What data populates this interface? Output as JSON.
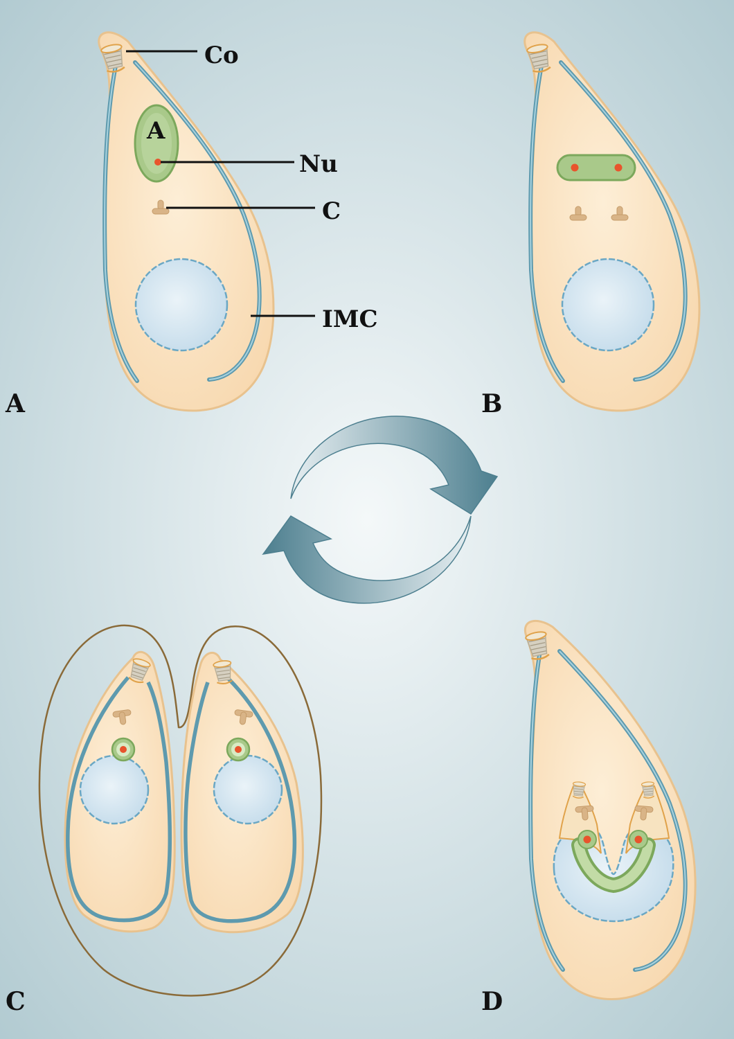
{
  "panels": {
    "a": {
      "letter": "A"
    },
    "b": {
      "letter": "B"
    },
    "c": {
      "letter": "C"
    },
    "d": {
      "letter": "D"
    }
  },
  "labels": {
    "conoid": "Co",
    "apicoplast": "A",
    "nucleolus": "Nu",
    "centrosome": "C",
    "imc": "IMC"
  },
  "colors": {
    "background_center": "#f4f8f9",
    "background_edge": "#aec8cf",
    "cell_fill": "#fbe3c0",
    "cell_edge": "#e8c28e",
    "imc_stroke": "#5e9aae",
    "nucleus_fill": "#d3e5ef",
    "nucleus_edge": "#6aa7c4",
    "apicoplast_fill": "#a9c98a",
    "apicoplast_edge": "#7ca85c",
    "nucleolus": "#e8542c",
    "centrosome": "#d9b487",
    "conoid": "#d6d0c1",
    "arrow": "#4d7f8f",
    "vacuole_stroke": "#8a6a38"
  }
}
